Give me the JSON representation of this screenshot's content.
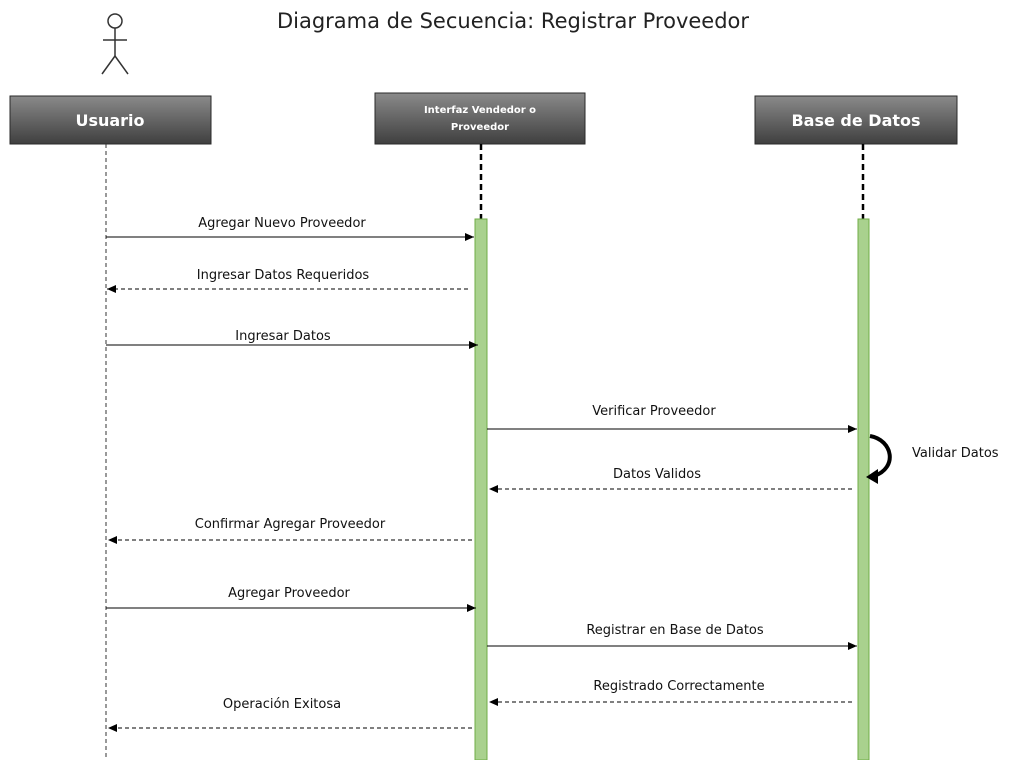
{
  "title": "Diagrama de Secuencia: Registrar Proveedor",
  "participants": {
    "usuario": {
      "label": "Usuario"
    },
    "interfaz": {
      "label_line1": "Interfaz Vendedor o",
      "label_line2": "Proveedor"
    },
    "base": {
      "label": "Base de Datos"
    }
  },
  "messages": [
    {
      "label": "Agregar Nuevo Proveedor",
      "from": "usuario",
      "to": "interfaz",
      "style": "solid"
    },
    {
      "label": "Ingresar Datos Requeridos",
      "from": "interfaz",
      "to": "usuario",
      "style": "dashed"
    },
    {
      "label": "Ingresar Datos",
      "from": "usuario",
      "to": "interfaz",
      "style": "solid"
    },
    {
      "label": "Verificar Proveedor",
      "from": "interfaz",
      "to": "base",
      "style": "solid"
    },
    {
      "label": "Datos Validos",
      "from": "base",
      "to": "interfaz",
      "style": "dashed"
    },
    {
      "label": "Confirmar Agregar Proveedor",
      "from": "interfaz",
      "to": "usuario",
      "style": "dashed"
    },
    {
      "label": "Agregar Proveedor",
      "from": "usuario",
      "to": "interfaz",
      "style": "solid"
    },
    {
      "label": "Registrar en Base de Datos",
      "from": "interfaz",
      "to": "base",
      "style": "solid"
    },
    {
      "label": "Registrado Correctamente",
      "from": "base",
      "to": "interfaz",
      "style": "dashed"
    },
    {
      "label": "Operación Exitosa",
      "from": "interfaz",
      "to": "usuario",
      "style": "dashed"
    }
  ],
  "self_message": {
    "label": "Validar Datos",
    "participant": "base"
  },
  "colors": {
    "box_top": "#8a8a8a",
    "box_bottom": "#3f3f3f",
    "activation_fill": "#a9d18e",
    "activation_stroke": "#70ad47"
  }
}
